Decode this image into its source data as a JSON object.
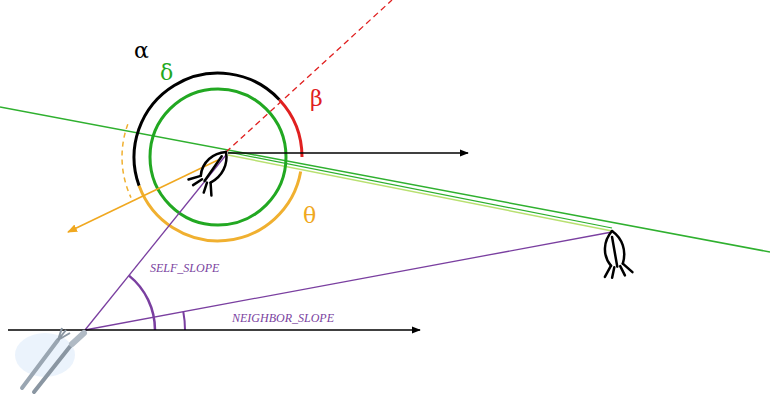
{
  "diagram": {
    "labels": [
      "α",
      "δ",
      "β",
      "θ",
      "SELF_SLOPE",
      "NEIGHBOR_SLOPE"
    ]
  }
}
